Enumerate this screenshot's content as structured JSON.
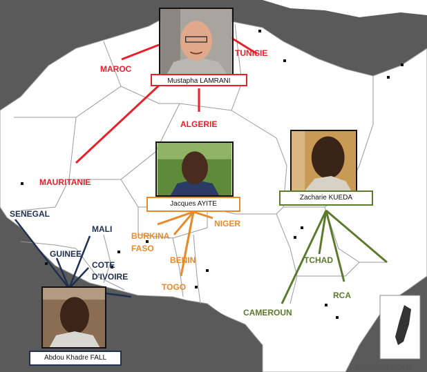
{
  "people": [
    {
      "id": "lamrani",
      "name": "Mustapha LAMRANI",
      "color": "#e8202a"
    },
    {
      "id": "ayite",
      "name": "Jacques AYITE",
      "color": "#e88a2a"
    },
    {
      "id": "kueda",
      "name": "Zacharie KUEDA",
      "color": "#5c7a2c"
    },
    {
      "id": "fall",
      "name": "Abdou Khadre FALL",
      "color": "#1e2f4f"
    }
  ],
  "countries": {
    "maroc": "MAROC",
    "tunisie": "TUNISIE",
    "algerie": "ALGERIE",
    "mauritanie": "MAURITANIE",
    "senegal": "SENEGAL",
    "mali": "MALI",
    "guinee": "GUINEE",
    "cote_divoire_1": "COTE",
    "cote_divoire_2": "D'IVOIRE",
    "burkina_1": "BURKINA",
    "burkina_2": "FASO",
    "benin": "BENIN",
    "togo": "TOGO",
    "niger": "NIGER",
    "tchad": "TCHAD",
    "rca": "RCA",
    "cameroun": "CAMEROUN",
    "madagascar": "MADAGASCAR"
  }
}
